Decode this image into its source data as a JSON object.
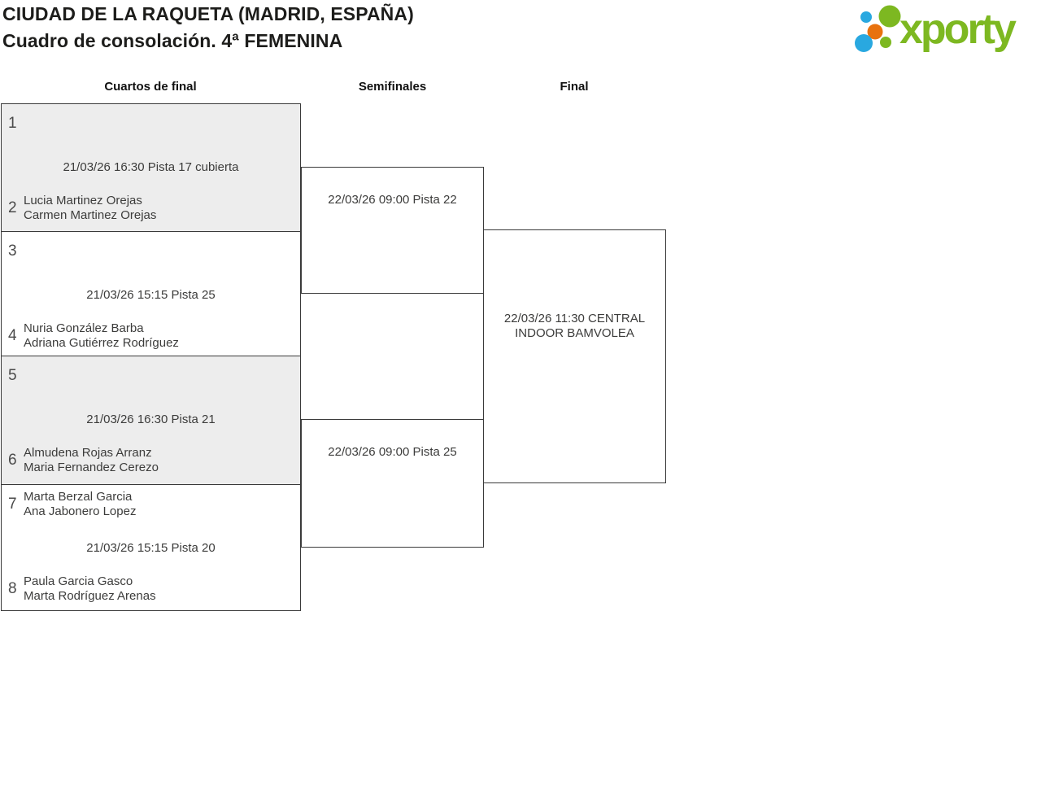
{
  "header": {
    "title": "CIUDAD DE LA RAQUETA (MADRID, ESPAÑA)",
    "subtitle": "Cuadro de consolación. 4ª FEMENINA"
  },
  "logo": {
    "wordmark": "xporty"
  },
  "columns": [
    {
      "label": "Cuartos de final"
    },
    {
      "label": "Semifinales"
    },
    {
      "label": "Final"
    }
  ],
  "bracket": {
    "quarterfinals": [
      {
        "top": {
          "seed": "1",
          "player1": "",
          "player2": ""
        },
        "info": "21/03/26 16:30 Pista 17 cubierta",
        "bottom": {
          "seed": "2",
          "player1": "Lucia Martinez Orejas",
          "player2": "Carmen Martinez Orejas"
        }
      },
      {
        "top": {
          "seed": "3",
          "player1": "",
          "player2": ""
        },
        "info": "21/03/26 15:15 Pista 25",
        "bottom": {
          "seed": "4",
          "player1": "Nuria González Barba",
          "player2": "Adriana Gutiérrez Rodríguez"
        }
      },
      {
        "top": {
          "seed": "5",
          "player1": "",
          "player2": ""
        },
        "info": "21/03/26 16:30 Pista 21",
        "bottom": {
          "seed": "6",
          "player1": "Almudena Rojas Arranz",
          "player2": "Maria Fernandez Cerezo"
        }
      },
      {
        "top": {
          "seed": "7",
          "player1": "Marta Berzal Garcia",
          "player2": "Ana Jabonero Lopez"
        },
        "info": "21/03/26 15:15 Pista 20",
        "bottom": {
          "seed": "8",
          "player1": "Paula Garcia Gasco",
          "player2": "Marta Rodríguez Arenas"
        }
      }
    ],
    "semifinals": [
      {
        "info": "22/03/26 09:00 Pista 22"
      },
      {
        "info": "22/03/26 09:00 Pista 25"
      }
    ],
    "final": {
      "info_line1": "22/03/26 11:30 CENTRAL",
      "info_line2": "INDOOR BAMVOLEA"
    }
  },
  "colors": {
    "brand_green": "#7db821",
    "dot_blue": "#29a8e0",
    "dot_orange": "#e8720e",
    "box_grey": "#ededed",
    "border": "#3a3a3a",
    "text": "#3c3c3b"
  }
}
